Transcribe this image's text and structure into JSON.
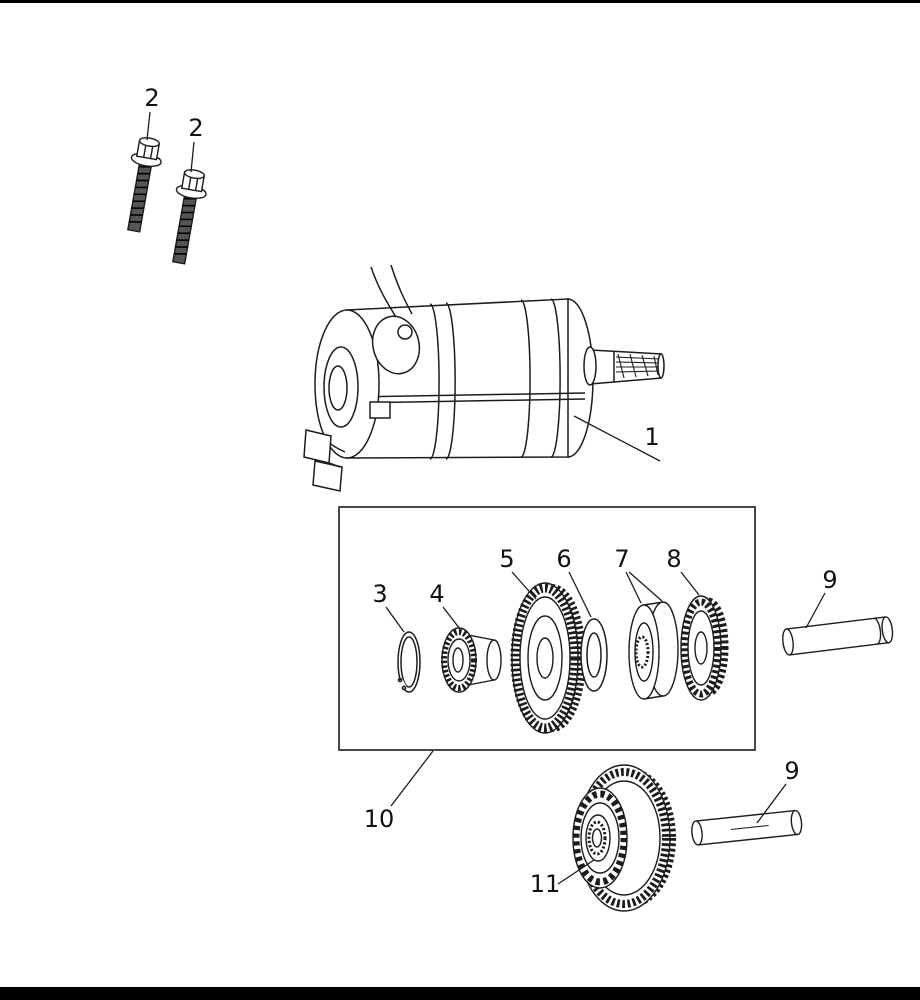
{
  "diagram": {
    "callouts": {
      "motor": "1",
      "bolt_a": "2",
      "bolt_b": "2",
      "snap_ring": "3",
      "clutch_sleeve": "4",
      "driven_gear": "5",
      "washer": "6",
      "spacer": "7",
      "idle_gear": "8",
      "shaft_top": "9",
      "shaft_bottom": "9",
      "gear_kit_box": "10",
      "double_gear": "11"
    },
    "colors": {
      "line": "#1c1c1c",
      "fill": "#ffffff",
      "dark": "#3a3a3a",
      "frame": "#000000"
    }
  }
}
